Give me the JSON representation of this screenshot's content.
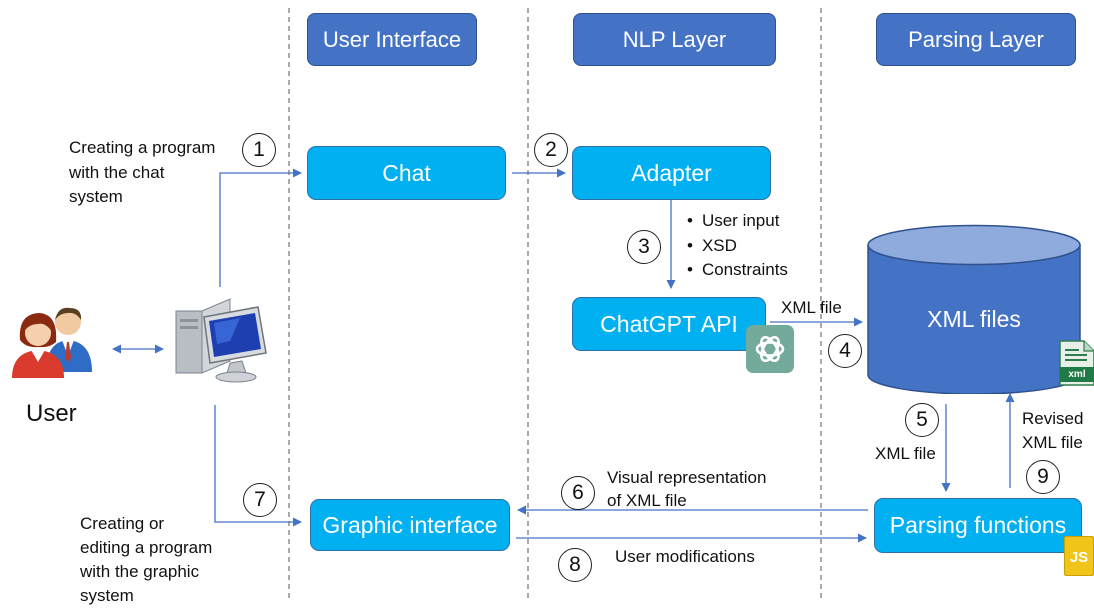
{
  "layers": {
    "ui": "User Interface",
    "nlp": "NLP Layer",
    "parsing": "Parsing Layer"
  },
  "components": {
    "chat": "Chat",
    "adapter": "Adapter",
    "chatgpt": "ChatGPT API",
    "xml_files": "XML files",
    "graphic": "Graphic interface",
    "parsing": "Parsing functions"
  },
  "steps": [
    "1",
    "2",
    "3",
    "4",
    "5",
    "6",
    "7",
    "8",
    "9"
  ],
  "labels": {
    "creating_chat": [
      "Creating a program",
      "with the chat",
      "system"
    ],
    "creating_graphic": [
      "Creating or",
      "editing a program",
      "with the graphic",
      "system"
    ],
    "user": "User",
    "xml_file_api": "XML file",
    "xml_file_down": "XML file",
    "revised": [
      "Revised",
      "XML file"
    ],
    "visual_rep": [
      "Visual representation",
      "of XML file"
    ],
    "user_mods": "User modifications",
    "xml_badge": "xml",
    "js_badge": "JS"
  },
  "bullets": [
    "User input",
    "XSD",
    "Constraints"
  ],
  "colors": {
    "layer_fill": "#4472c4",
    "component_fill": "#00b0f0",
    "arrow": "#4472c4"
  },
  "icons": [
    "user-group-icon",
    "computer-icon",
    "openai-logo-icon",
    "xml-file-icon",
    "js-file-icon"
  ]
}
